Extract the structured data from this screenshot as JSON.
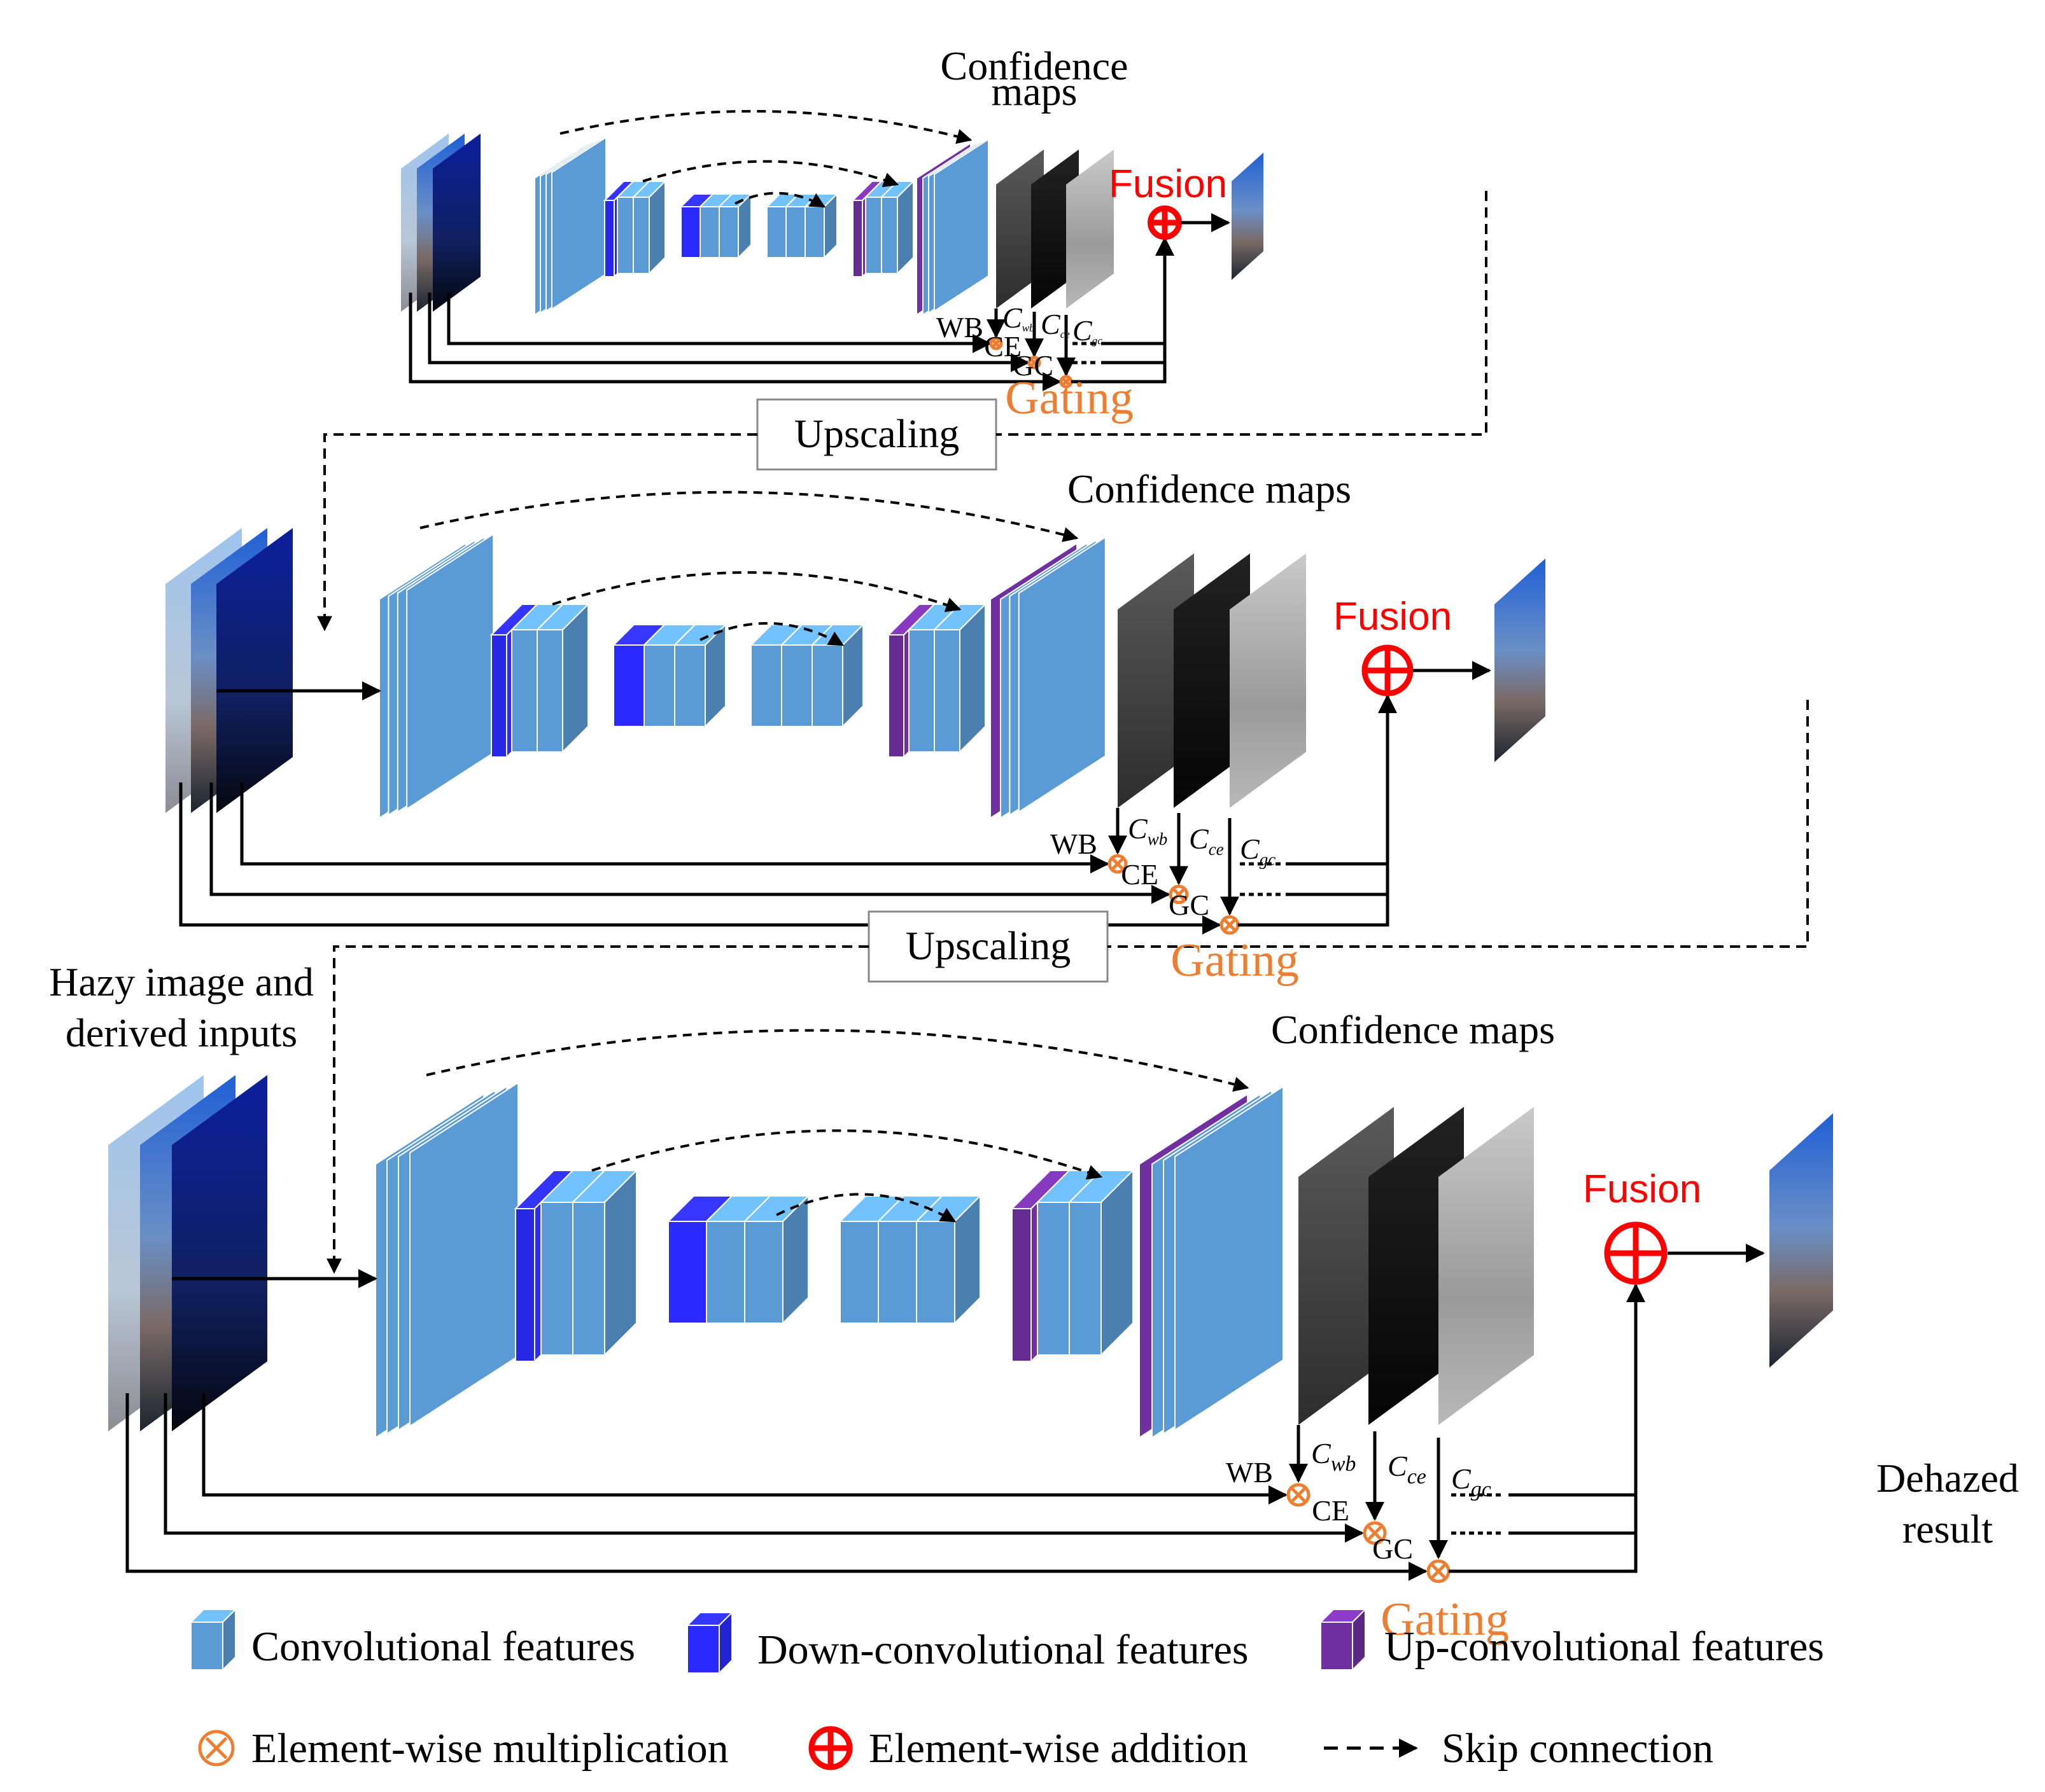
{
  "stages": [
    {
      "confidence_title": "Confidence maps",
      "fusion": "Fusion",
      "gating": "Gating",
      "inputs": [
        "WB",
        "CE",
        "GC"
      ],
      "maps": [
        {
          "base": "C",
          "sub": "wb"
        },
        {
          "base": "C",
          "sub": "ce"
        },
        {
          "base": "C",
          "sub": "gc"
        }
      ]
    },
    {
      "confidence_title": "Confidence maps",
      "fusion": "Fusion",
      "gating": "Gating",
      "inputs": [
        "WB",
        "CE",
        "GC"
      ],
      "maps": [
        {
          "base": "C",
          "sub": "wb"
        },
        {
          "base": "C",
          "sub": "ce"
        },
        {
          "base": "C",
          "sub": "gc"
        }
      ]
    },
    {
      "confidence_title": "Confidence maps",
      "fusion": "Fusion",
      "gating": "Gating",
      "inputs": [
        "WB",
        "CE",
        "GC"
      ],
      "maps": [
        {
          "base": "C",
          "sub": "wb"
        },
        {
          "base": "C",
          "sub": "ce"
        },
        {
          "base": "C",
          "sub": "gc"
        }
      ]
    }
  ],
  "stage1_title_lines": [
    "Confidence",
    "maps"
  ],
  "upscaling": [
    "Upscaling",
    "Upscaling"
  ],
  "input_caption": [
    "Hazy image and",
    "derived inputs"
  ],
  "output_caption": [
    "Dehazed",
    "result"
  ],
  "legend": {
    "conv": "Convolutional features",
    "down": "Down-convolutional features",
    "up": "Up-convolutional features",
    "mult": "Element-wise multiplication",
    "add": "Element-wise addition",
    "skip": "Skip connection"
  },
  "colors": {
    "conv": "#5b9bd5",
    "down": "#2b2bff",
    "up": "#7030a0",
    "mult": "#ed7d31",
    "add": "#ff0000",
    "gating": "#ed7d31"
  }
}
